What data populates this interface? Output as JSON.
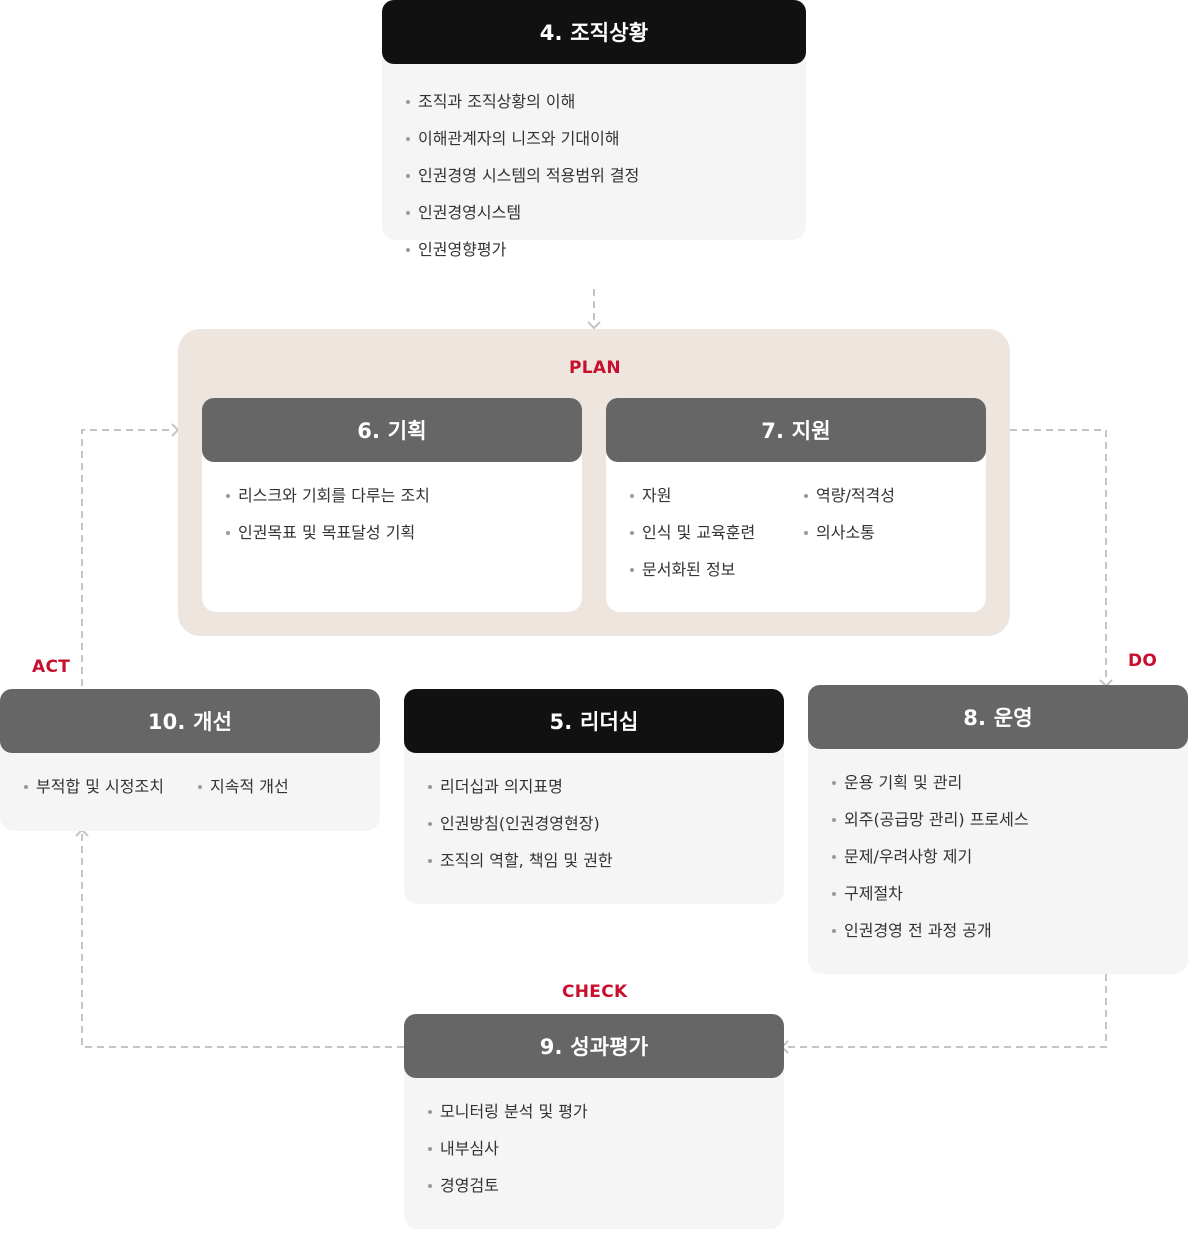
{
  "phases": {
    "plan": "PLAN",
    "do": "DO",
    "check": "CHECK",
    "act": "ACT"
  },
  "colors": {
    "accent": "#c8102e",
    "dark_header": "#111111",
    "gray_header": "#666666",
    "plan_panel": "#efe5df",
    "box_body": "#f5f5f5",
    "connector": "#c4c4c4"
  },
  "boxes": {
    "context": {
      "title": "4. 조직상황",
      "items": [
        "조직과 조직상황의 이해",
        "이해관계자의 니즈와 기대이해",
        "인권경영 시스템의 적용범위 결정",
        "인권경영시스템",
        "인권영향평가"
      ]
    },
    "planning": {
      "title": "6. 기획",
      "items": [
        "리스크와 기회를 다루는 조치",
        "인권목표 및 목표달성 기획"
      ]
    },
    "support": {
      "title": "7. 지원",
      "col1": [
        "자원",
        "인식 및 교육훈련",
        "문서화된 정보"
      ],
      "col2": [
        "역량/적격성",
        "의사소통"
      ]
    },
    "improvement": {
      "title": "10. 개선",
      "col1": [
        "부적합 및 시정조치"
      ],
      "col2": [
        "지속적 개선"
      ]
    },
    "leadership": {
      "title": "5. 리더십",
      "items": [
        "리더십과 의지표명",
        "인권방침(인권경영현장)",
        "조직의 역할, 책임 및 권한"
      ]
    },
    "operation": {
      "title": "8. 운영",
      "items": [
        "운용 기획 및 관리",
        "외주(공급망 관리) 프로세스",
        "문제/우려사항 제기",
        "구제절차",
        "인권경영 전 과정 공개"
      ]
    },
    "evaluation": {
      "title": "9. 성과평가",
      "items": [
        "모니터링 분석 및 평가",
        "내부심사",
        "경영검토"
      ]
    }
  }
}
